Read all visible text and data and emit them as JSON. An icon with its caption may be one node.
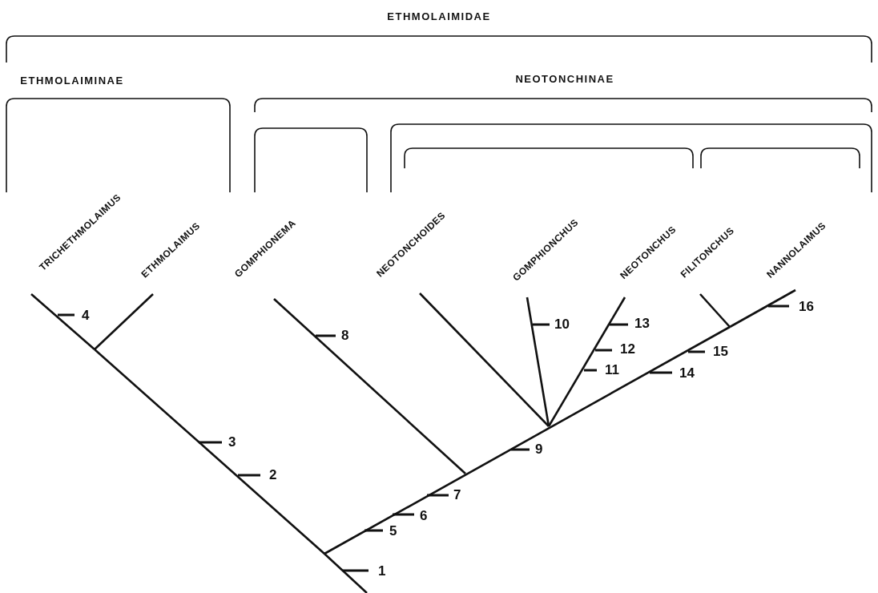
{
  "diagram": {
    "nodes": [
      {
        "text": [
          "TRICHETHMOLAIMUS"
        ]
      },
      {
        "text": [
          "ETHMOLAIMUS"
        ]
      },
      {
        "text": [
          "GOMPHIONEMA"
        ]
      },
      {
        "text": [
          "NEOTONCHOIDES"
        ]
      },
      {
        "text": [
          "GOMPHIONCHUS"
        ]
      },
      {
        "text": [
          "NEOTONCHUS"
        ]
      },
      {
        "text": [
          "FILITONCHUS"
        ]
      },
      {
        "text": [
          "NANNOLAIMUS"
        ]
      }
    ],
    "edges": [
      {
        "from": null,
        "to": 0,
        "arrow": "none"
      },
      {
        "from": null,
        "to": 1,
        "arrow": "none"
      },
      {
        "from": null,
        "to": 2,
        "arrow": "none"
      },
      {
        "from": null,
        "to": 3,
        "arrow": "none"
      },
      {
        "from": null,
        "to": 4,
        "arrow": "none"
      },
      {
        "from": null,
        "to": 5,
        "arrow": "none"
      },
      {
        "from": null,
        "to": 6,
        "arrow": "none"
      },
      {
        "from": null,
        "to": 7,
        "arrow": "none"
      }
    ],
    "labels": [
      "ETHMOLAIMIDAE",
      "ETHMOLAIMINAE",
      "NEOTONCHINAE",
      "1",
      "2",
      "3",
      "4",
      "5",
      "6",
      "7",
      "8",
      "9",
      "10",
      "11",
      "12",
      "13",
      "14",
      "15",
      "16"
    ]
  }
}
